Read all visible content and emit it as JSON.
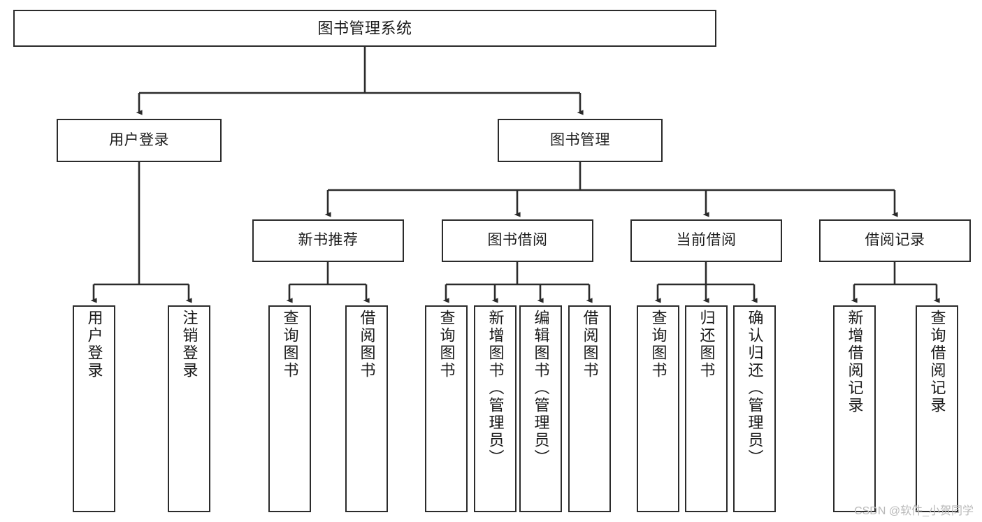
{
  "diagram": {
    "title": "图书管理系统",
    "watermark": "CSDN @软件_小贺同学",
    "colors": {
      "stroke": "#2b2b2b",
      "fill": "#ffffff",
      "text": "#1a1a1a",
      "watermark": "#b9b9b9"
    },
    "nodes": {
      "root": {
        "label": "图书管理系统"
      },
      "level2": [
        {
          "id": "user-login",
          "label": "用户登录"
        },
        {
          "id": "book-management",
          "label": "图书管理"
        }
      ],
      "level3": [
        {
          "id": "new-book-recommend",
          "label": "新书推荐"
        },
        {
          "id": "book-borrow",
          "label": "图书借阅"
        },
        {
          "id": "current-borrow",
          "label": "当前借阅"
        },
        {
          "id": "borrow-record",
          "label": "借阅记录"
        }
      ],
      "leaves": {
        "user_login": [
          {
            "id": "leaf-user-login",
            "label": "用户登录"
          },
          {
            "id": "leaf-logout-login",
            "label": "注销登录"
          }
        ],
        "new_book_recommend": [
          {
            "id": "leaf-query-book-1",
            "label": "查询图书"
          },
          {
            "id": "leaf-borrow-book-1",
            "label": "借阅图书"
          }
        ],
        "book_borrow": [
          {
            "id": "leaf-query-book-2",
            "label": "查询图书"
          },
          {
            "id": "leaf-add-book",
            "label": "新增图书（管理员）"
          },
          {
            "id": "leaf-edit-book",
            "label": "编辑图书（管理员）"
          },
          {
            "id": "leaf-borrow-book-2",
            "label": "借阅图书"
          }
        ],
        "current_borrow": [
          {
            "id": "leaf-query-book-3",
            "label": "查询图书"
          },
          {
            "id": "leaf-return-book",
            "label": "归还图书"
          },
          {
            "id": "leaf-confirm-return",
            "label": "确认归还（管理员）"
          }
        ],
        "borrow_record": [
          {
            "id": "leaf-add-record",
            "label": "新增借阅记录"
          },
          {
            "id": "leaf-query-record",
            "label": "查询借阅记录"
          }
        ]
      }
    }
  }
}
